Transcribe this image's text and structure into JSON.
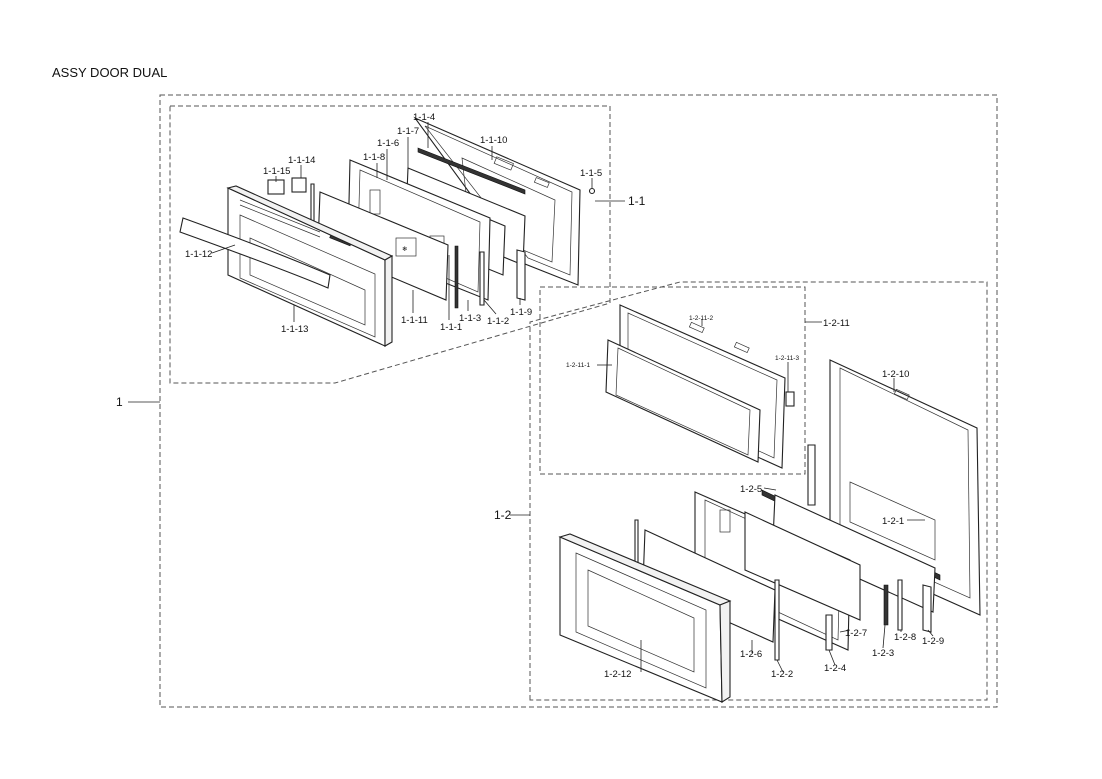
{
  "title": "ASSY DOOR DUAL",
  "labels": {
    "assy": "1",
    "upper": "1-1",
    "lower": "1-2",
    "u1": "1-1-1",
    "u2": "1-1-2",
    "u3": "1-1-3",
    "u4": "1-1-4",
    "u5": "1-1-5",
    "u6": "1-1-6",
    "u7": "1-1-7",
    "u8": "1-1-8",
    "u9": "1-1-9",
    "u10": "1-1-10",
    "u11": "1-1-11",
    "u12": "1-1-12",
    "u13": "1-1-13",
    "u14": "1-1-14",
    "u15": "1-1-15",
    "l1": "1-2-1",
    "l2": "1-2-2",
    "l3": "1-2-3",
    "l4": "1-2-4",
    "l5": "1-2-5",
    "l6": "1-2-6",
    "l7": "1-2-7",
    "l8": "1-2-8",
    "l9": "1-2-9",
    "l10": "1-2-10",
    "l11": "1-2-11",
    "l12": "1-2-12",
    "s1": "1-2-11-1",
    "s2": "1-2-11-2",
    "s3": "1-2-11-3"
  }
}
